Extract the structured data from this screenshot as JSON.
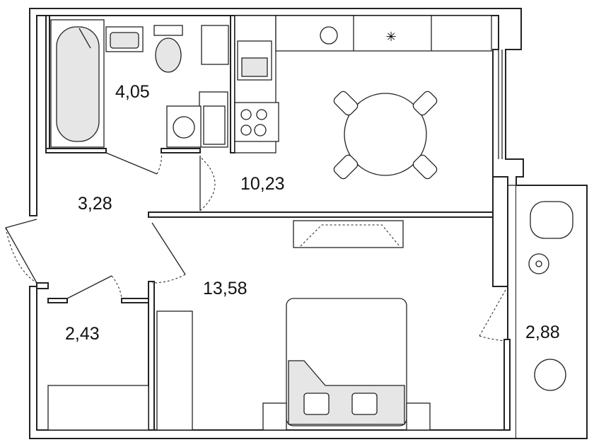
{
  "rooms": [
    {
      "name": "bathroom",
      "area": "4,05"
    },
    {
      "name": "hallway",
      "area": "3,28"
    },
    {
      "name": "kitchen",
      "area": "10,23"
    },
    {
      "name": "bedroom",
      "area": "13,58"
    },
    {
      "name": "storage",
      "area": "2,43"
    },
    {
      "name": "balcony",
      "area": "2,88"
    }
  ]
}
